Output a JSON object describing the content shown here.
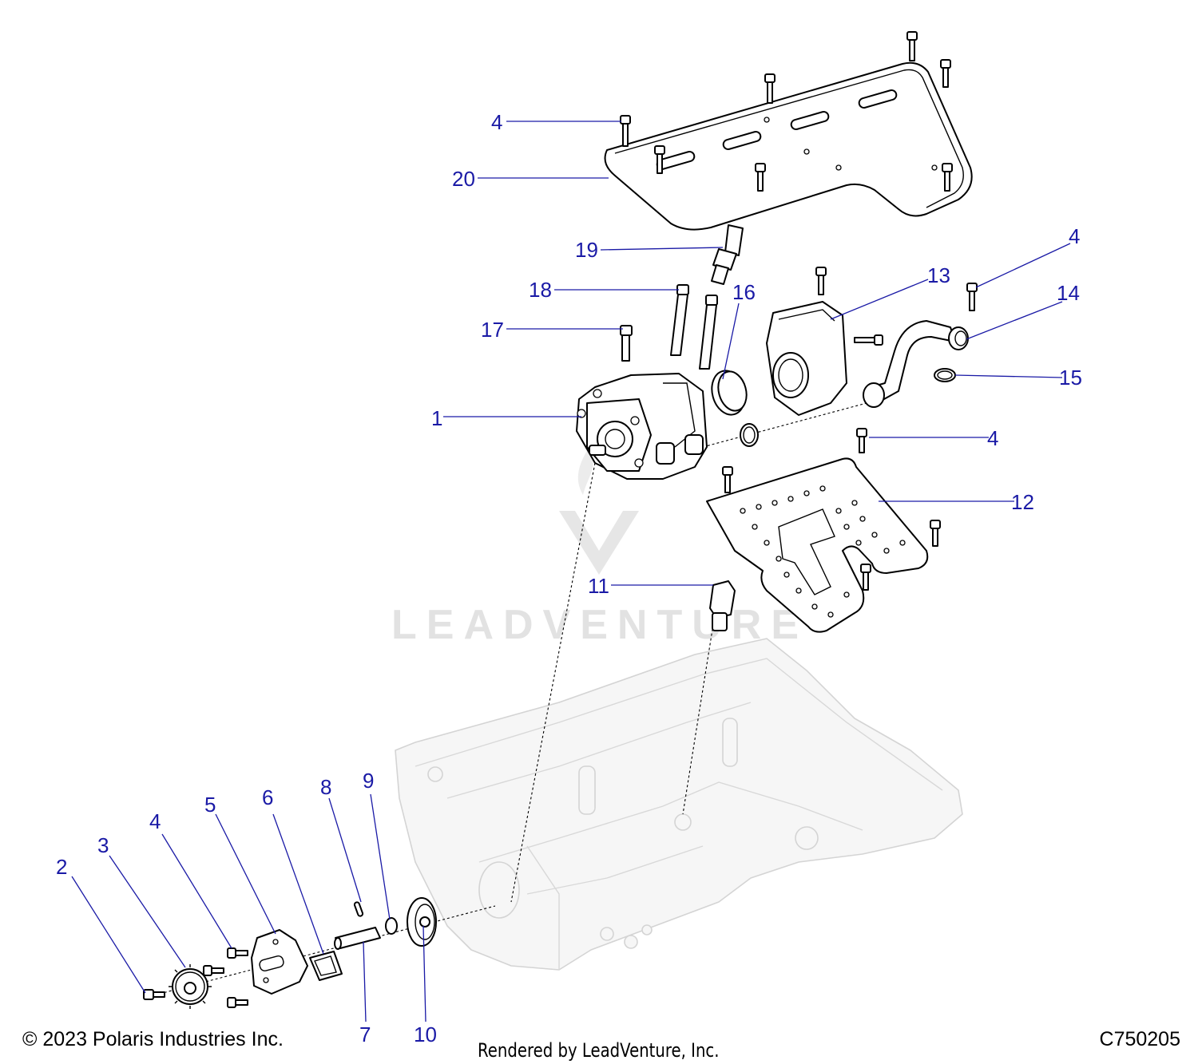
{
  "callouts": [
    {
      "id": "1",
      "label": "1"
    },
    {
      "id": "2",
      "label": "2"
    },
    {
      "id": "3",
      "label": "3"
    },
    {
      "id": "4a",
      "label": "4"
    },
    {
      "id": "4b",
      "label": "4"
    },
    {
      "id": "4c",
      "label": "4"
    },
    {
      "id": "4d",
      "label": "4"
    },
    {
      "id": "5",
      "label": "5"
    },
    {
      "id": "6",
      "label": "6"
    },
    {
      "id": "7",
      "label": "7"
    },
    {
      "id": "8",
      "label": "8"
    },
    {
      "id": "9",
      "label": "9"
    },
    {
      "id": "10",
      "label": "10"
    },
    {
      "id": "11",
      "label": "11"
    },
    {
      "id": "12",
      "label": "12"
    },
    {
      "id": "13",
      "label": "13"
    },
    {
      "id": "14",
      "label": "14"
    },
    {
      "id": "15",
      "label": "15"
    },
    {
      "id": "16",
      "label": "16"
    },
    {
      "id": "17",
      "label": "17"
    },
    {
      "id": "18",
      "label": "18"
    },
    {
      "id": "19",
      "label": "19"
    },
    {
      "id": "20",
      "label": "20"
    }
  ],
  "watermark": "LEADVENTURE",
  "footer": {
    "copyright": "© 2023 Polaris Industries Inc.",
    "rendered_by": "Rendered by LeadVenture, Inc.",
    "figure_code": "C750205"
  },
  "colors": {
    "callout": "#1a1aa6",
    "line_art": "#000000",
    "ghost": "#d4d4d4"
  }
}
